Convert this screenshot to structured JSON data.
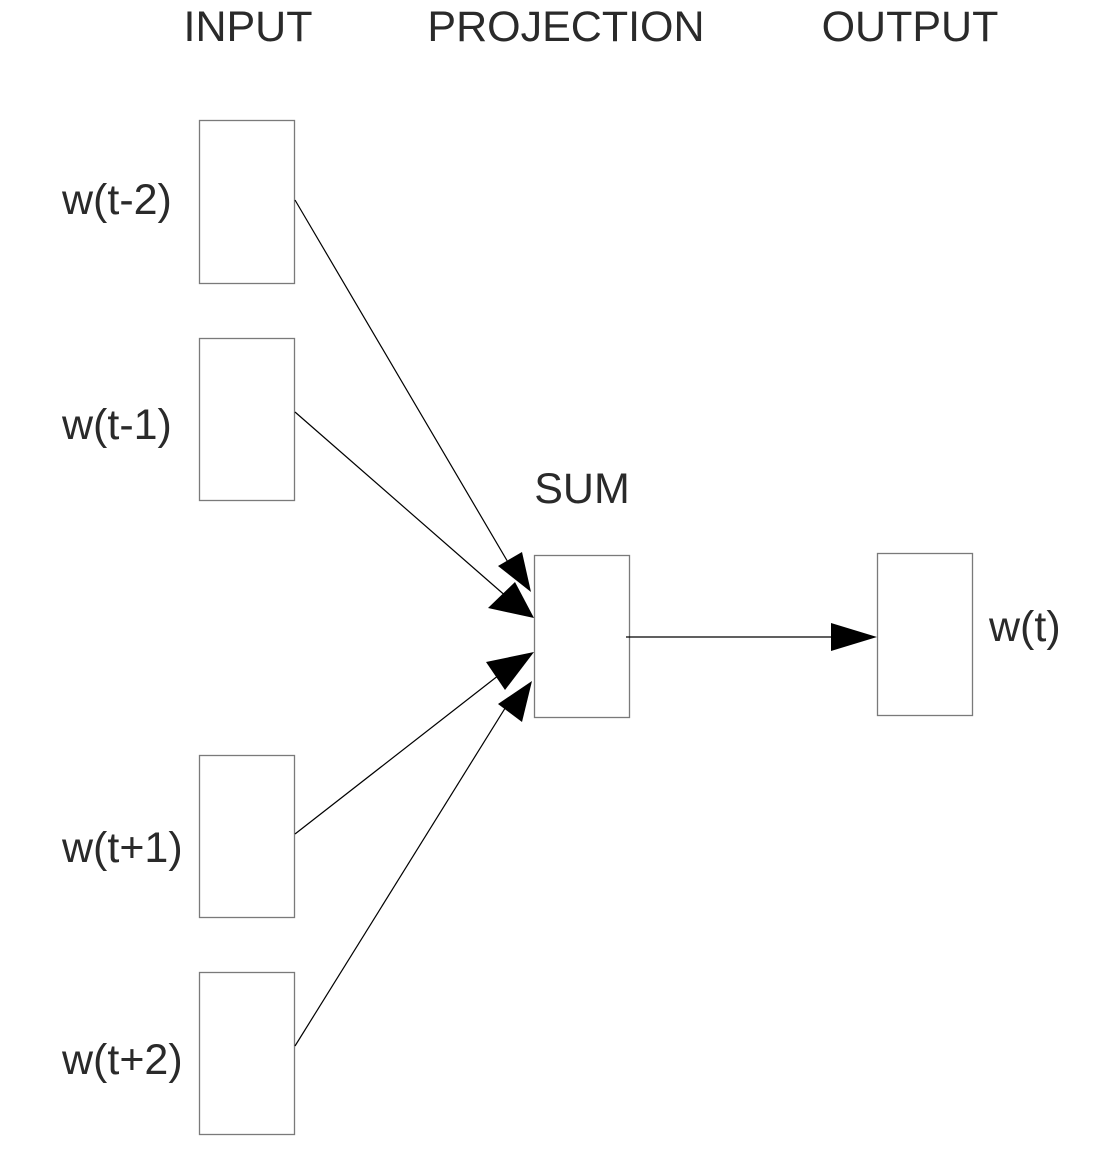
{
  "headers": {
    "input": "INPUT",
    "projection": "PROJECTION",
    "output": "OUTPUT"
  },
  "projection_label": "SUM",
  "inputs": [
    {
      "label": "w(t-2)"
    },
    {
      "label": "w(t-1)"
    },
    {
      "label": "w(t+1)"
    },
    {
      "label": "w(t+2)"
    }
  ],
  "output": {
    "label": "w(t)"
  }
}
